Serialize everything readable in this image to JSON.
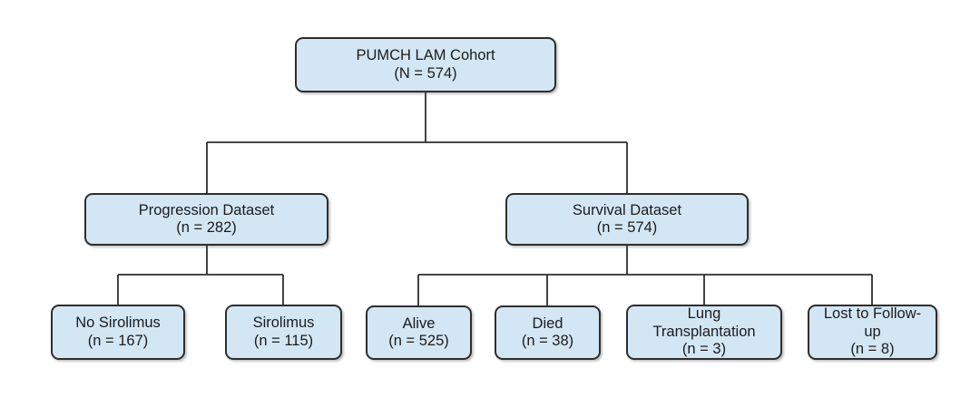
{
  "diagram": {
    "type": "flowchart",
    "description": "Study cohort flow diagram with three levels"
  },
  "colors": {
    "background": "#ffffff",
    "node_fill": "#d3e6f4",
    "node_border": "#2e2e2e",
    "connector": "#2e2e2e",
    "text": "#1c1c1c"
  },
  "nodes": [
    {
      "id": "root",
      "label": "PUMCH LAM Cohort",
      "count": "(N = 574)"
    },
    {
      "id": "progression",
      "label": "Progression Dataset",
      "count": "(n = 282)"
    },
    {
      "id": "survival",
      "label": "Survival Dataset",
      "count": "(n = 574)"
    },
    {
      "id": "no-sirolimus",
      "label": "No Sirolimus",
      "count": "(n = 167)"
    },
    {
      "id": "sirolimus",
      "label": "Sirolimus",
      "count": "(n = 115)"
    },
    {
      "id": "alive",
      "label": "Alive",
      "count": "(n = 525)"
    },
    {
      "id": "died",
      "label": "Died",
      "count": "(n = 38)"
    },
    {
      "id": "lung-transplantation",
      "label": "Lung Transplantation",
      "count": "(n = 3)"
    },
    {
      "id": "lost-to-follow-up",
      "label": "Lost to Follow-up",
      "count": "(n = 8)"
    }
  ],
  "edges": [
    {
      "from": "root",
      "to": "progression"
    },
    {
      "from": "root",
      "to": "survival"
    },
    {
      "from": "progression",
      "to": "no-sirolimus"
    },
    {
      "from": "progression",
      "to": "sirolimus"
    },
    {
      "from": "survival",
      "to": "alive"
    },
    {
      "from": "survival",
      "to": "died"
    },
    {
      "from": "survival",
      "to": "lung-transplantation"
    },
    {
      "from": "survival",
      "to": "lost-to-follow-up"
    }
  ]
}
